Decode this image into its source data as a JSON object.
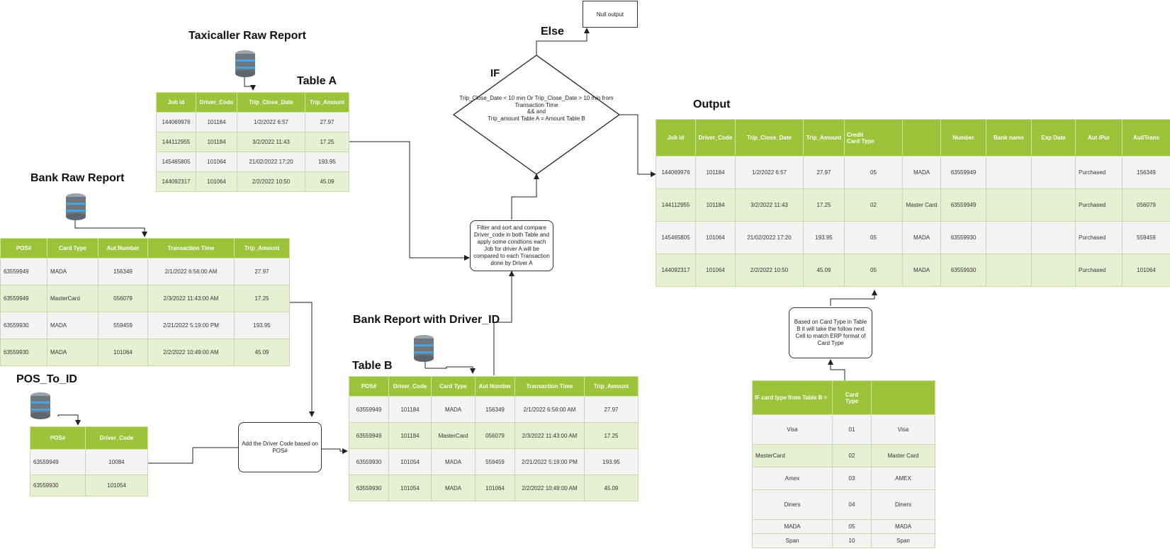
{
  "titles": {
    "taxi_raw": "Taxicaller Raw Report",
    "table_a": "Table A",
    "bank_raw": "Bank Raw Report",
    "pos_to_id": "POS_To_ID",
    "bank_with_driver": "Bank Report with Driver_ID",
    "table_b": "Table B",
    "output": "Output",
    "else": "Else",
    "if": "IF"
  },
  "table_a": {
    "headers": [
      "Job id",
      "Driver_Code",
      "Trip_Close_Date",
      "Trip_Amount"
    ],
    "rows": [
      [
        "144069976",
        "101184",
        "1/2/2022 6:57",
        "27.97"
      ],
      [
        "144112955",
        "101184",
        "3/2/2022 11:43",
        "17.25"
      ],
      [
        "145465805",
        "101064",
        "21/02/2022 17:20",
        "193.95"
      ],
      [
        "144092317",
        "101064",
        "2/2/2022 10:50",
        "45.09"
      ]
    ]
  },
  "bank_raw": {
    "headers": [
      "POS#",
      "Card Type",
      "Aut Number",
      "Transaction Time",
      "Trip_Amount"
    ],
    "rows": [
      [
        "63559949",
        "MADA",
        "156349",
        "2/1/2022  6:56:00 AM",
        "27.97"
      ],
      [
        "63559949",
        "MasterCard",
        "056079",
        "2/3/2022  11:43:00 AM",
        "17.25"
      ],
      [
        "63559930",
        "MADA",
        "559459",
        "2/21/2022  5:19:00 PM",
        "193.95"
      ],
      [
        "63559930",
        "MADA",
        "101064",
        "2/2/2022  10:49:00 AM",
        "45.09"
      ]
    ]
  },
  "pos_to_id": {
    "headers": [
      "POS#",
      "Driver_Code"
    ],
    "rows": [
      [
        "63559949",
        "10084"
      ],
      [
        "63559930",
        "101054"
      ]
    ]
  },
  "table_b": {
    "headers": [
      "POS#",
      "Driver_Code",
      "Card Type",
      "Aut Number",
      "Transaction Time",
      "Trip_Amount"
    ],
    "rows": [
      [
        "63559949",
        "101184",
        "MADA",
        "156349",
        "2/1/2022  6:56:00 AM",
        "27.97"
      ],
      [
        "63559949",
        "101184",
        "MasterCard",
        "056079",
        "2/3/2022  11:43:00 AM",
        "17.25"
      ],
      [
        "63559930",
        "101054",
        "MADA",
        "559459",
        "2/21/2022  5:19:00 PM",
        "193.95"
      ],
      [
        "63559930",
        "101054",
        "MADA",
        "101064",
        "2/2/2022  10:49:00 AM",
        "45.09"
      ]
    ]
  },
  "output": {
    "headers": [
      "Job id",
      "Driver_Code",
      "Trip_Close_Date",
      "Trip_Amount",
      "Credit\nCard Type",
      "",
      "Number",
      "Bank name",
      "Exp Date",
      "Aut /Pur",
      "Aut/Trans"
    ],
    "rows": [
      [
        "144069976",
        "101184",
        "1/2/2022 6:57",
        "27.97",
        "05",
        "MADA",
        "63559949",
        "",
        "",
        "Purchased",
        "156349"
      ],
      [
        "144112955",
        "101184",
        "3/2/2022 11:43",
        "17.25",
        "02",
        "Master Card",
        "63559949",
        "",
        "",
        "Purchased",
        "056079"
      ],
      [
        "145465805",
        "101064",
        "21/02/2022 17:20",
        "193.95",
        "05",
        "MADA",
        "63559930",
        "",
        "",
        "Purchased",
        "559459"
      ],
      [
        "144092317",
        "101064",
        "2/2/2022 10:50",
        "45.09",
        "05",
        "MADA",
        "63559930",
        "",
        "",
        "Purchased",
        "101064"
      ]
    ]
  },
  "card_map": {
    "headers": [
      "IF card type from Table B =",
      "Card\nType",
      ""
    ],
    "rows": [
      [
        "Visa",
        "01",
        "Visa"
      ],
      [
        "MasterCard",
        "02",
        "Master Card"
      ],
      [
        "Amex",
        "03",
        "AMEX"
      ],
      [
        "Diners",
        "04",
        "Diners"
      ],
      [
        "MADA",
        "05",
        "MADA"
      ],
      [
        "Span",
        "10",
        "Span"
      ]
    ]
  },
  "boxes": {
    "null_output": "Null output",
    "filter_compare": "Filter and sort and compare Driver_code in both Table and apply some condtions each Job for driver A will be compared to each Transaction done by Driver A",
    "add_driver_code": "Add the Driver Code based on POS#",
    "card_type_rule": "Based on Card Type in Table B it will take the follow next Cell to match ERP format of Card Type",
    "condition": "Trip_Close_Date < 10 min Or Trip_Close_Date > 10 min from Transaction Time\n&& and\nTrip_amount Table A =  Amount Table B"
  },
  "icons": [
    "database-icon"
  ]
}
